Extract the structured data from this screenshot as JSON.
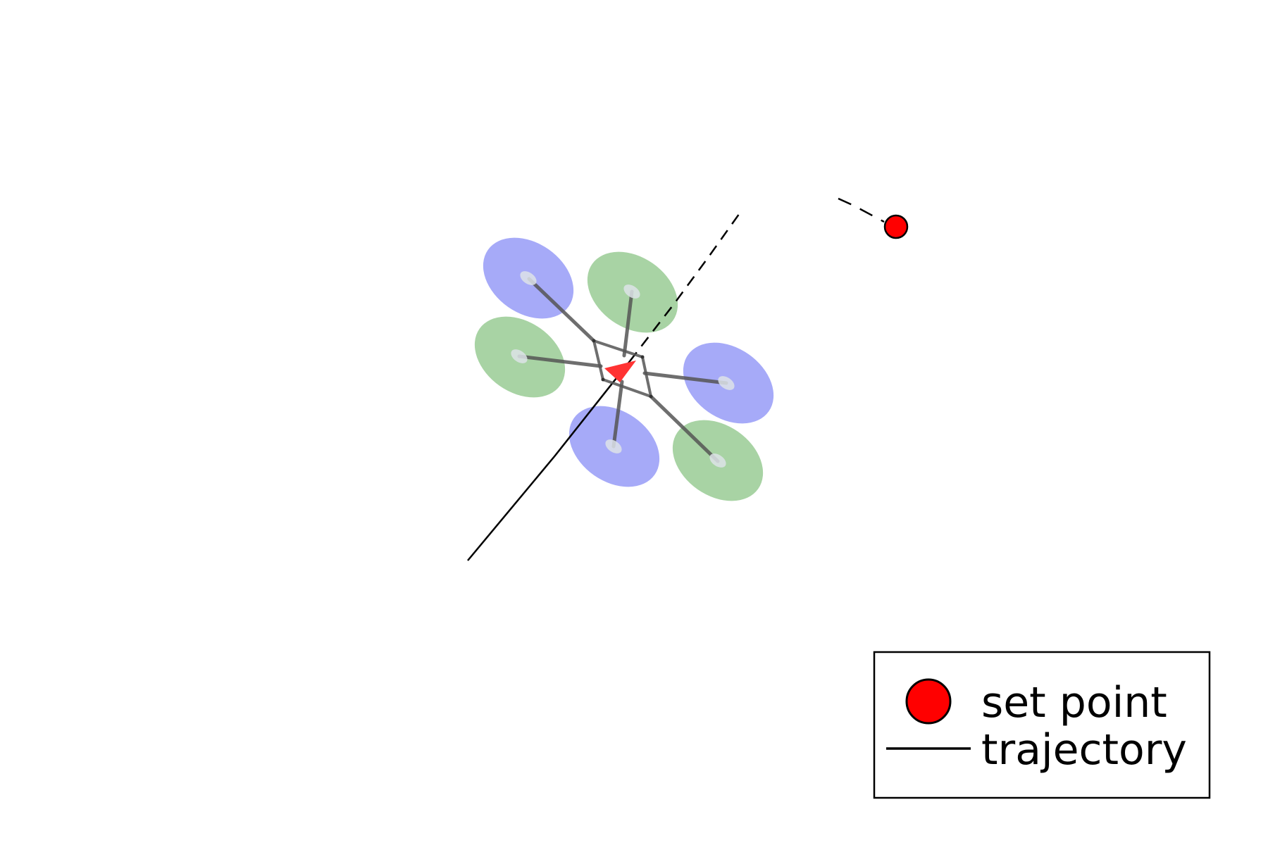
{
  "colors": {
    "background": "#ffffff",
    "set_point": "#ff0000",
    "set_point_outline": "#000000",
    "trajectory": "#000000",
    "drone_frame": "#555555",
    "heading_marker": "#ff3333",
    "rotor_blue": "#a6aaf8",
    "rotor_green": "#a8d3a4",
    "rotor_hub": "#dde3e8"
  },
  "icons": {
    "set_point": "red-circle-marker",
    "trajectory": "black-line",
    "drone": "hexacopter",
    "heading": "red-triangle"
  },
  "legend": {
    "position": "bottom-right",
    "items": [
      {
        "marker": "set-point",
        "label": "set point"
      },
      {
        "marker": "trajectory-line",
        "label": "trajectory"
      }
    ]
  }
}
